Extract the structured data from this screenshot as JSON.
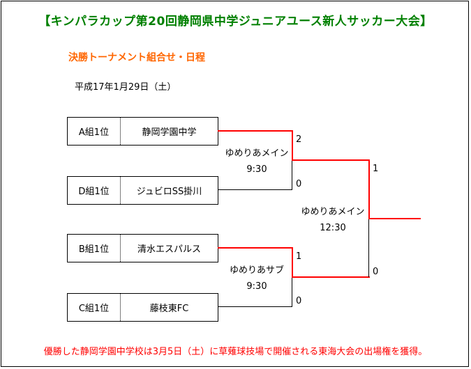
{
  "title": "【キンパラカップ第20回静岡県中学ジュニアユース新人サッカー大会】",
  "subtitle": "決勝トーナメント組合せ・日程",
  "date": "平成17年1月29日（土）",
  "teams": [
    {
      "group": "A組1位",
      "school": "静岡学園中学"
    },
    {
      "group": "D組1位",
      "school": "ジュビロSS掛川"
    },
    {
      "group": "B組1位",
      "school": "清水エスパルス"
    },
    {
      "group": "C組1位",
      "school": "藤枝東FC"
    }
  ],
  "semifinals": [
    {
      "venue": "ゆめりあメイン",
      "time": "9:30",
      "score_top": "2",
      "score_bottom": "0"
    },
    {
      "venue": "ゆめりあサブ",
      "time": "9:30",
      "score_top": "1",
      "score_bottom": "0"
    }
  ],
  "final": {
    "venue": "ゆめりあメイン",
    "time": "12:30",
    "score_top": "1",
    "score_bottom": "0"
  },
  "footer": "優勝した静岡学園中学校は3月5日（土）に草薙球技場で開催される東海大会の出場権を獲得。",
  "colors": {
    "title": "#008000",
    "subtitle": "#ff6600",
    "winner_line": "#ff0000",
    "footer": "#ff0000"
  }
}
